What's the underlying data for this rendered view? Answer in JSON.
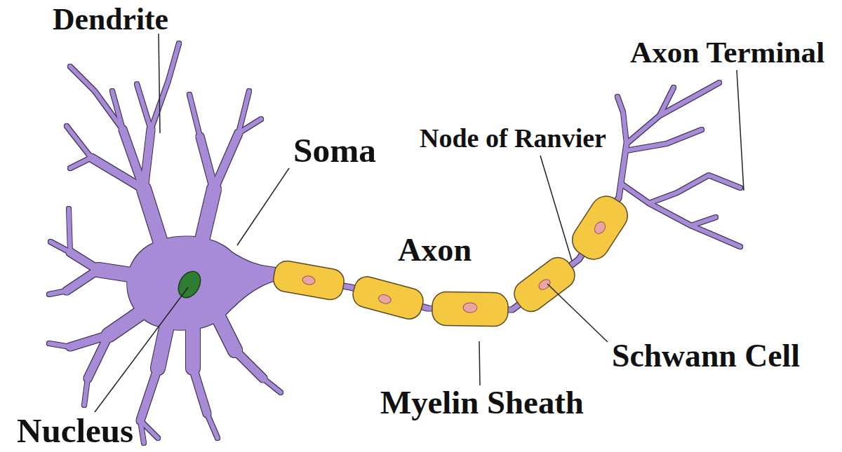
{
  "diagram": {
    "labels": [
      "Dendrite",
      "Soma",
      "Axon Terminal",
      "Node of Ranvier",
      "Axon",
      "Nucleus",
      "Myelin Sheath",
      "Schwann Cell"
    ]
  }
}
